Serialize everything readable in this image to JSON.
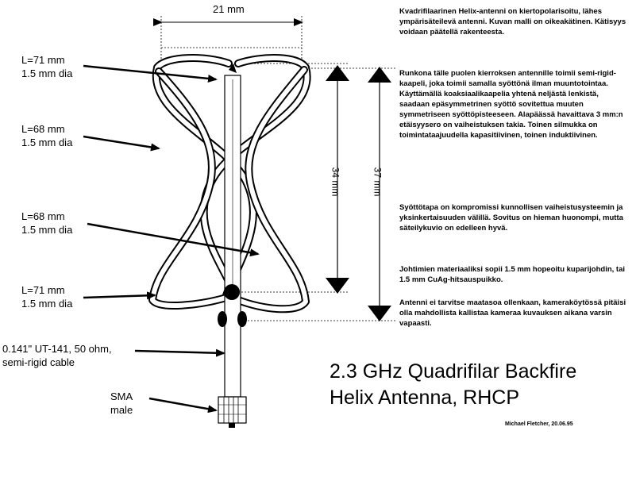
{
  "dimensions": {
    "top_width": "21 mm",
    "inner_height": "34 mm",
    "outer_height": "37 mm"
  },
  "labels": {
    "elem1": "L=71 mm\n1.5 mm dia",
    "elem2": "L=68 mm\n1.5 mm dia",
    "elem3": "L=68 mm\n1.5 mm dia",
    "elem4": "L=71 mm\n1.5 mm dia",
    "cable": "0.141\" UT-141, 50 ohm,\nsemi-rigid cable",
    "connector": "SMA\nmale"
  },
  "description": [
    "Kvadrifilaarinen Helix-antenni on kiertopolarisoitu, lähes ympärisäteilevä antenni. Kuvan malli on oikeakätinen. Kätisyys voidaan päätellä rakenteesta.",
    "Runkona tälle puolen kierroksen antennille toimii semi-rigid-kaapeli, joka toimii samalla syöttönä ilman muuntotointaa. Käyttämällä koaksiaalikaapelia yhtenä neljästä lenkistä, saadaan epäsymmetrinen syöttö sovitettua muuten symmetriseen syöttöpisteeseen. Alapäässä havaittava 3 mm:n etäisyysero on vaiheistuksen takia. Toinen silmukka on toimintataajuudella kapasitiivinen, toinen induktiivinen.",
    "Syöttötapa on kompromissi kunnollisen vaiheistusysteemin ja yksinkertaisuuden välillä. Sovitus on hieman huonompi, mutta säteilykuvio on edelleen hyvä.",
    "Johtimien materiaaliksi sopii 1.5 mm hopeoitu kuparijohdin, tai 1.5 mm CuAg-hitsauspuikko.",
    "Antenni ei tarvitse maatasoa ollenkaan, kameraköytössä pitäisi olla mahdollista kallistaa kameraa kuvauksen aikana varsin vapaasti."
  ],
  "title": {
    "line1": "2.3 GHz Quadrifilar Backfire",
    "line2": "Helix Antenna, RHCP"
  },
  "credit": "Michael Fletcher, 20.06.95"
}
